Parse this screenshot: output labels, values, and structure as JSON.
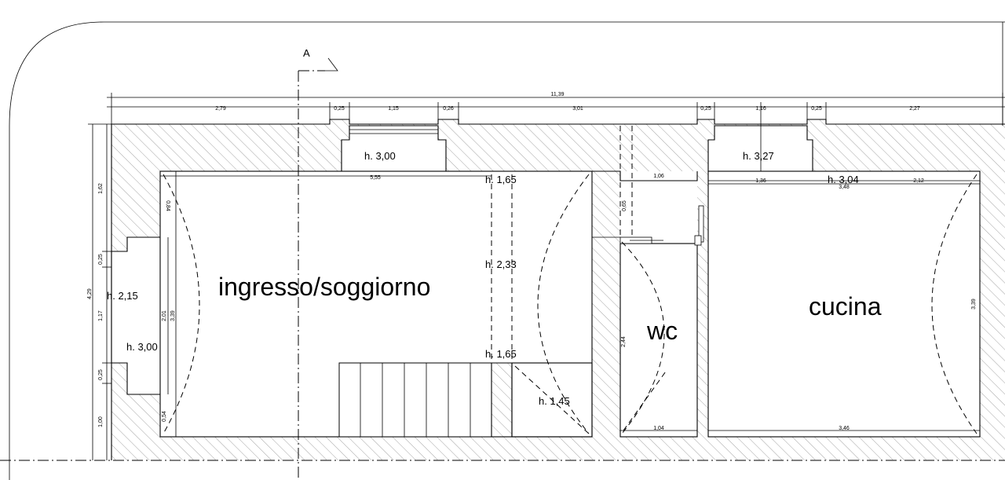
{
  "section_marker": "A",
  "rooms": {
    "living": "ingresso/soggiorno",
    "wc": "wc",
    "kitchen": "cucina"
  },
  "heights": {
    "window_left_top": "h. 3,00",
    "window_right_top": "h. 3,27",
    "living_top": "h. 1,65",
    "living_mid": "h. 2,33",
    "living_bottom": "h. 1,65",
    "closet": "h. 1,45",
    "kitchen_top": "h. 3,04",
    "door_left_upper": "h. 2,15",
    "door_left_lower": "h. 3,00"
  },
  "dimensions": {
    "total": "11,39",
    "top_chain": [
      "2,79",
      "0,25",
      "1,15",
      "0,26",
      "3,01",
      "0,25",
      "1,16",
      "0,25",
      "2,27"
    ],
    "left_chain": [
      "1,62",
      "0,25",
      "1,17",
      "0,25",
      "1,00"
    ],
    "left_total": "4,29",
    "living_width": "5,55",
    "living_height": "3,39",
    "living_window_depth": "2,01",
    "living_top_offset": "0,84",
    "living_bottom_offset": "0,54",
    "wc_top": "1,06",
    "wc_depth": "0,65",
    "wc_height": "2,44",
    "wc_width": "1,04",
    "kitchen_top_a": "1,36",
    "kitchen_top_b": "2,12",
    "kitchen_top_total": "3,48",
    "kitchen_width": "3,46",
    "kitchen_height": "3,39"
  }
}
